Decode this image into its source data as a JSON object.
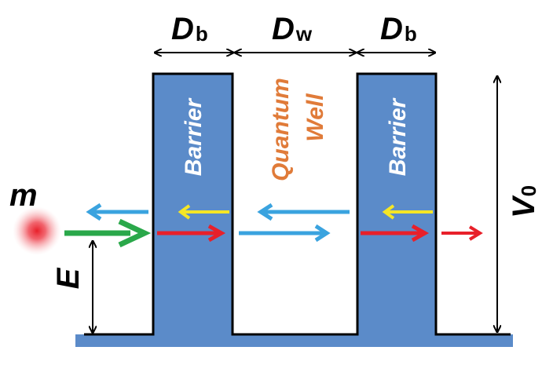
{
  "dimensions": {
    "barrier_left": {
      "main": "D",
      "sub": "b"
    },
    "well": {
      "main": "D",
      "sub": "w"
    },
    "barrier_right": {
      "main": "D",
      "sub": "b"
    }
  },
  "regions": {
    "barrier_left": "Barrier",
    "well_line1": "Quantum",
    "well_line2": "Well",
    "barrier_right": "Barrier"
  },
  "symbols": {
    "mass": "m",
    "energy": "E",
    "potential": "V",
    "potential_sub": "0"
  },
  "colors": {
    "barrier_fill": "#5b8bc9",
    "outline": "#000000",
    "substrate": "#5b8bc9",
    "well_text": "#e07b39",
    "barrier_text": "#ffffff",
    "incident_arrow": "#2aa84a",
    "reflected_arrow": "#3aa3df",
    "transmitted_arrow": "#e8202a",
    "barrier_reflect_arrow": "#f5e626",
    "particle": "#e8202a"
  }
}
